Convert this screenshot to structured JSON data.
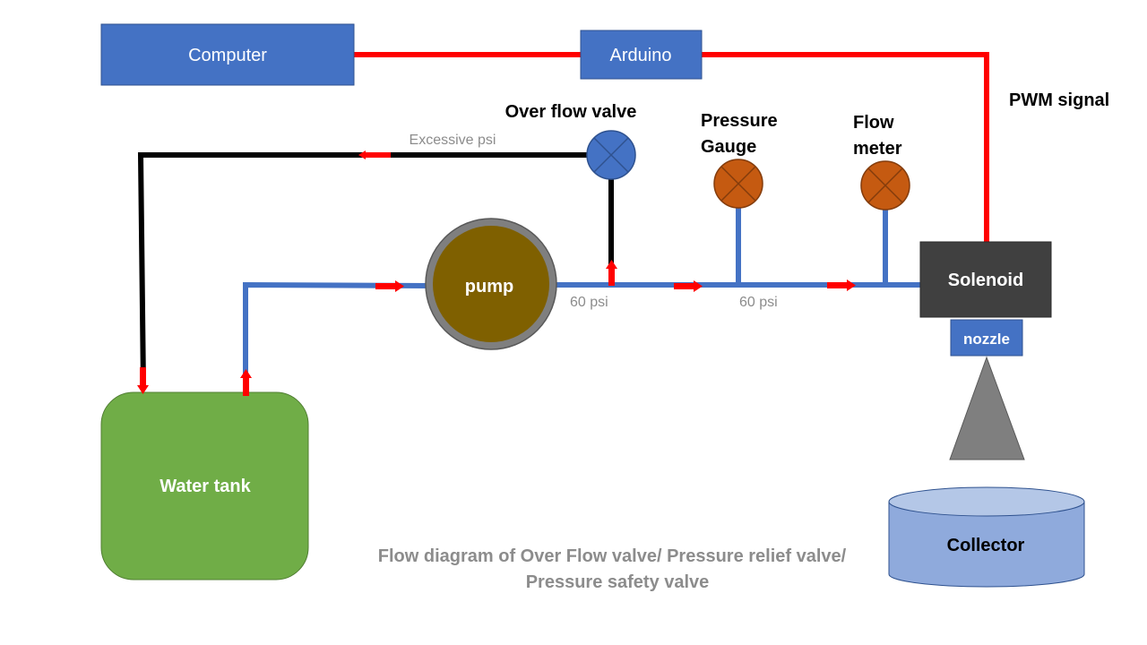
{
  "nodes": {
    "computer": "Computer",
    "arduino": "Arduino",
    "pwm_signal": "PWM signal",
    "overflow_valve": "Over flow valve",
    "pressure_gauge_line1": "Pressure",
    "pressure_gauge_line2": "Gauge",
    "flow_meter_line1": "Flow",
    "flow_meter_line2": "meter",
    "pump": "pump",
    "solenoid": "Solenoid",
    "nozzle": "nozzle",
    "water_tank": "Water tank",
    "collector": "Collector"
  },
  "edge_labels": {
    "excessive": "Excessive psi",
    "psi_after_pump": "60 psi",
    "psi_before_solenoid": "60 psi"
  },
  "caption": {
    "line1": "Flow diagram of Over Flow valve/ Pressure relief valve/",
    "line2": "Pressure safety valve"
  },
  "colors": {
    "box_blue": "#4472c4",
    "signal_red": "#ff0000",
    "return_black": "#000000",
    "instrument_orange": "#c55a11",
    "pump_brown": "#7f6000",
    "tank_green": "#70ad47",
    "solenoid_dark": "#404040",
    "collector_light_blue": "#8faadc",
    "nozzle_grey": "#7f7f7f"
  }
}
